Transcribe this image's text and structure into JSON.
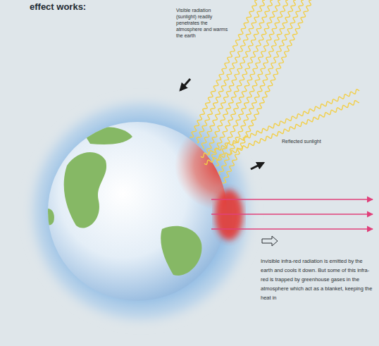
{
  "diagram": {
    "title": "effect works:",
    "labels": [
      "Visible radiation (sunlight) readily penetrates the atmosphere and warms the earth",
      "Reflected sunlight",
      "Invisible infra-red radiation is emitted by the earth and cools it down. But some of this infra-red is trapped by greenhouse gases in the atmosphere which act as a blanket, keeping the heat in"
    ]
  }
}
